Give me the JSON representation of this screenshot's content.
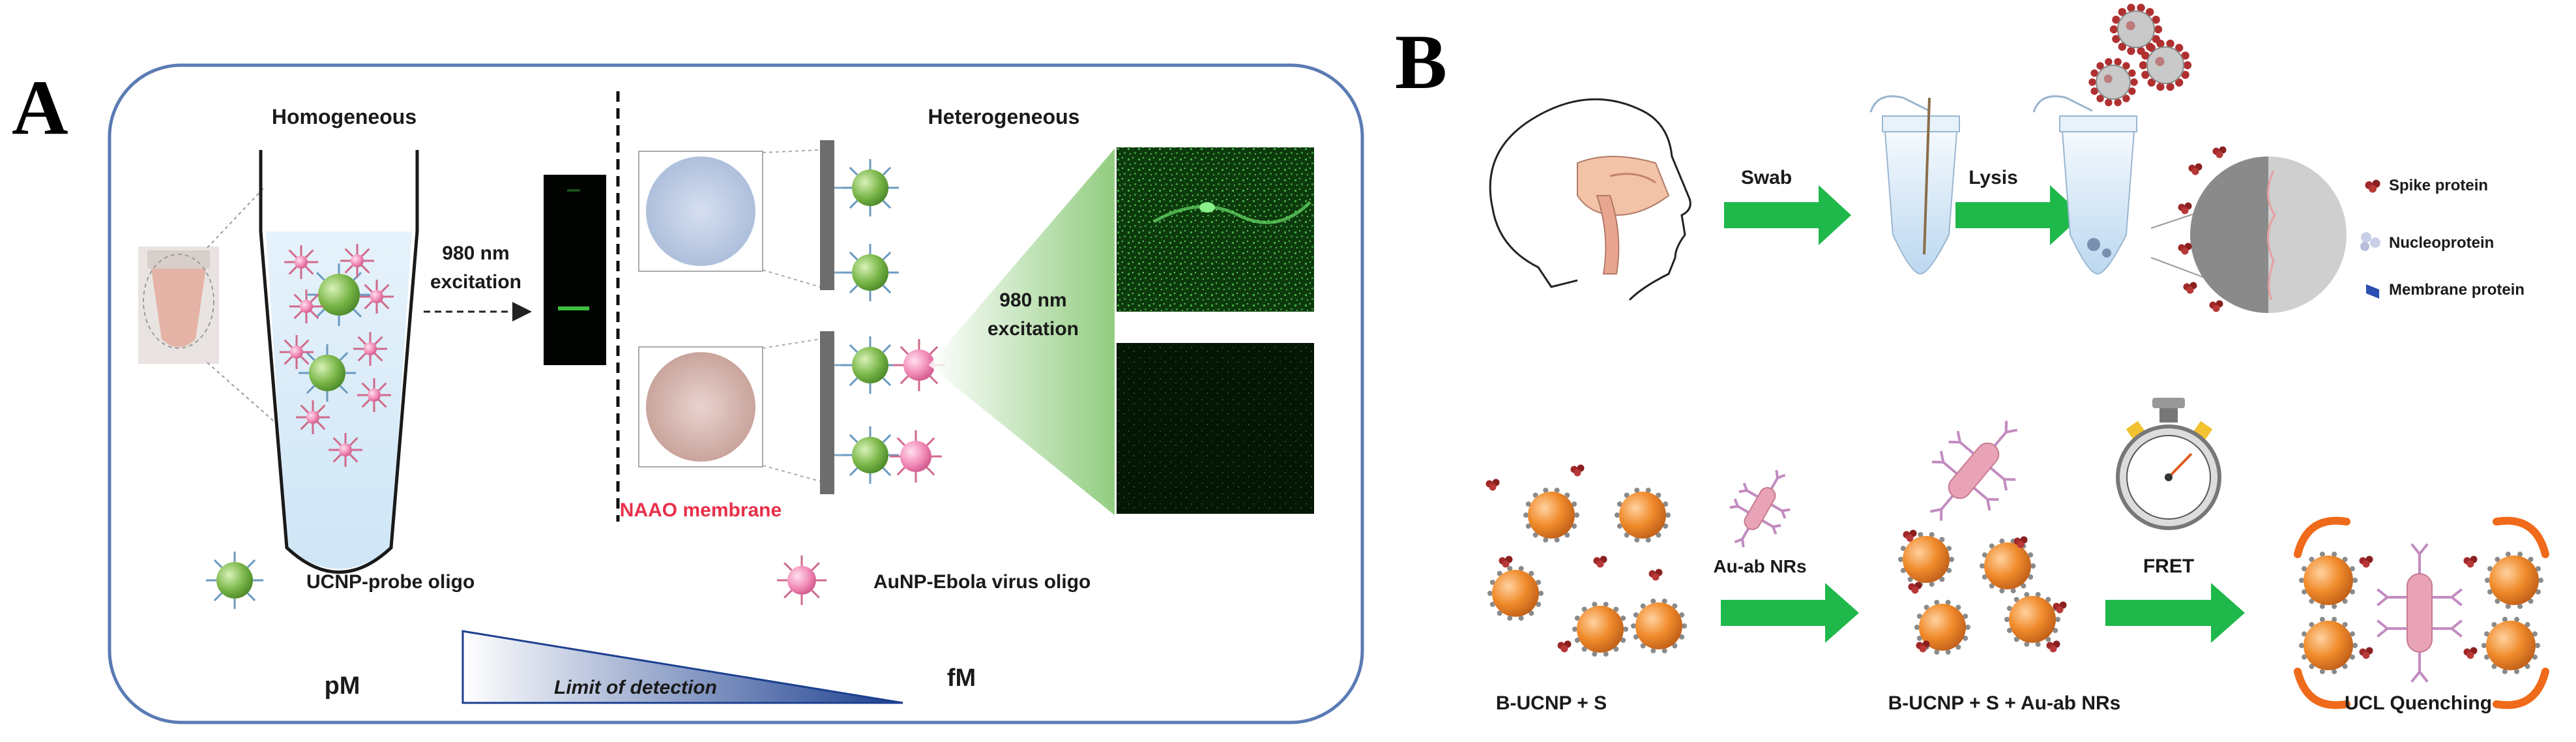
{
  "panel_a": {
    "letter": "A",
    "homogeneous_label": "Homogeneous",
    "heterogeneous_label": "Heterogeneous",
    "excitation_left_line1": "980 nm",
    "excitation_left_line2": "excitation",
    "excitation_right_line1": "980 nm",
    "excitation_right_line2": "excitation",
    "membrane_label": "NAAO membrane",
    "legend_ucnp": "UCNP-probe oligo",
    "legend_aunp": "AuNP-Ebola virus oligo",
    "lod_low": "pM",
    "lod_high": "fM",
    "lod_label": "Limit of detection"
  },
  "panel_b": {
    "letter": "B",
    "swab_label": "Swab",
    "lysis_label": "Lysis",
    "legend_spike": "Spike protein",
    "legend_nucleo": "Nucleoprotein",
    "legend_membrane": "Membrane protein",
    "au_ab_label": "Au-ab NRs",
    "fret_label": "FRET",
    "caption_1": "B-UCNP + S",
    "caption_2": "B-UCNP + S + Au-ab NRs",
    "caption_3": "UCL Quenching"
  },
  "colors": {
    "frame": "#5b7bb4",
    "arrow_green": "#1fb84a",
    "ucnp_green": "#7ab648",
    "aunp_pink": "#f28cb8",
    "membrane_red": "#e8304a",
    "ucnp_orange": "#f08a2a",
    "virus_red": "#b03030",
    "lod_blue": "#1c3f8f"
  }
}
